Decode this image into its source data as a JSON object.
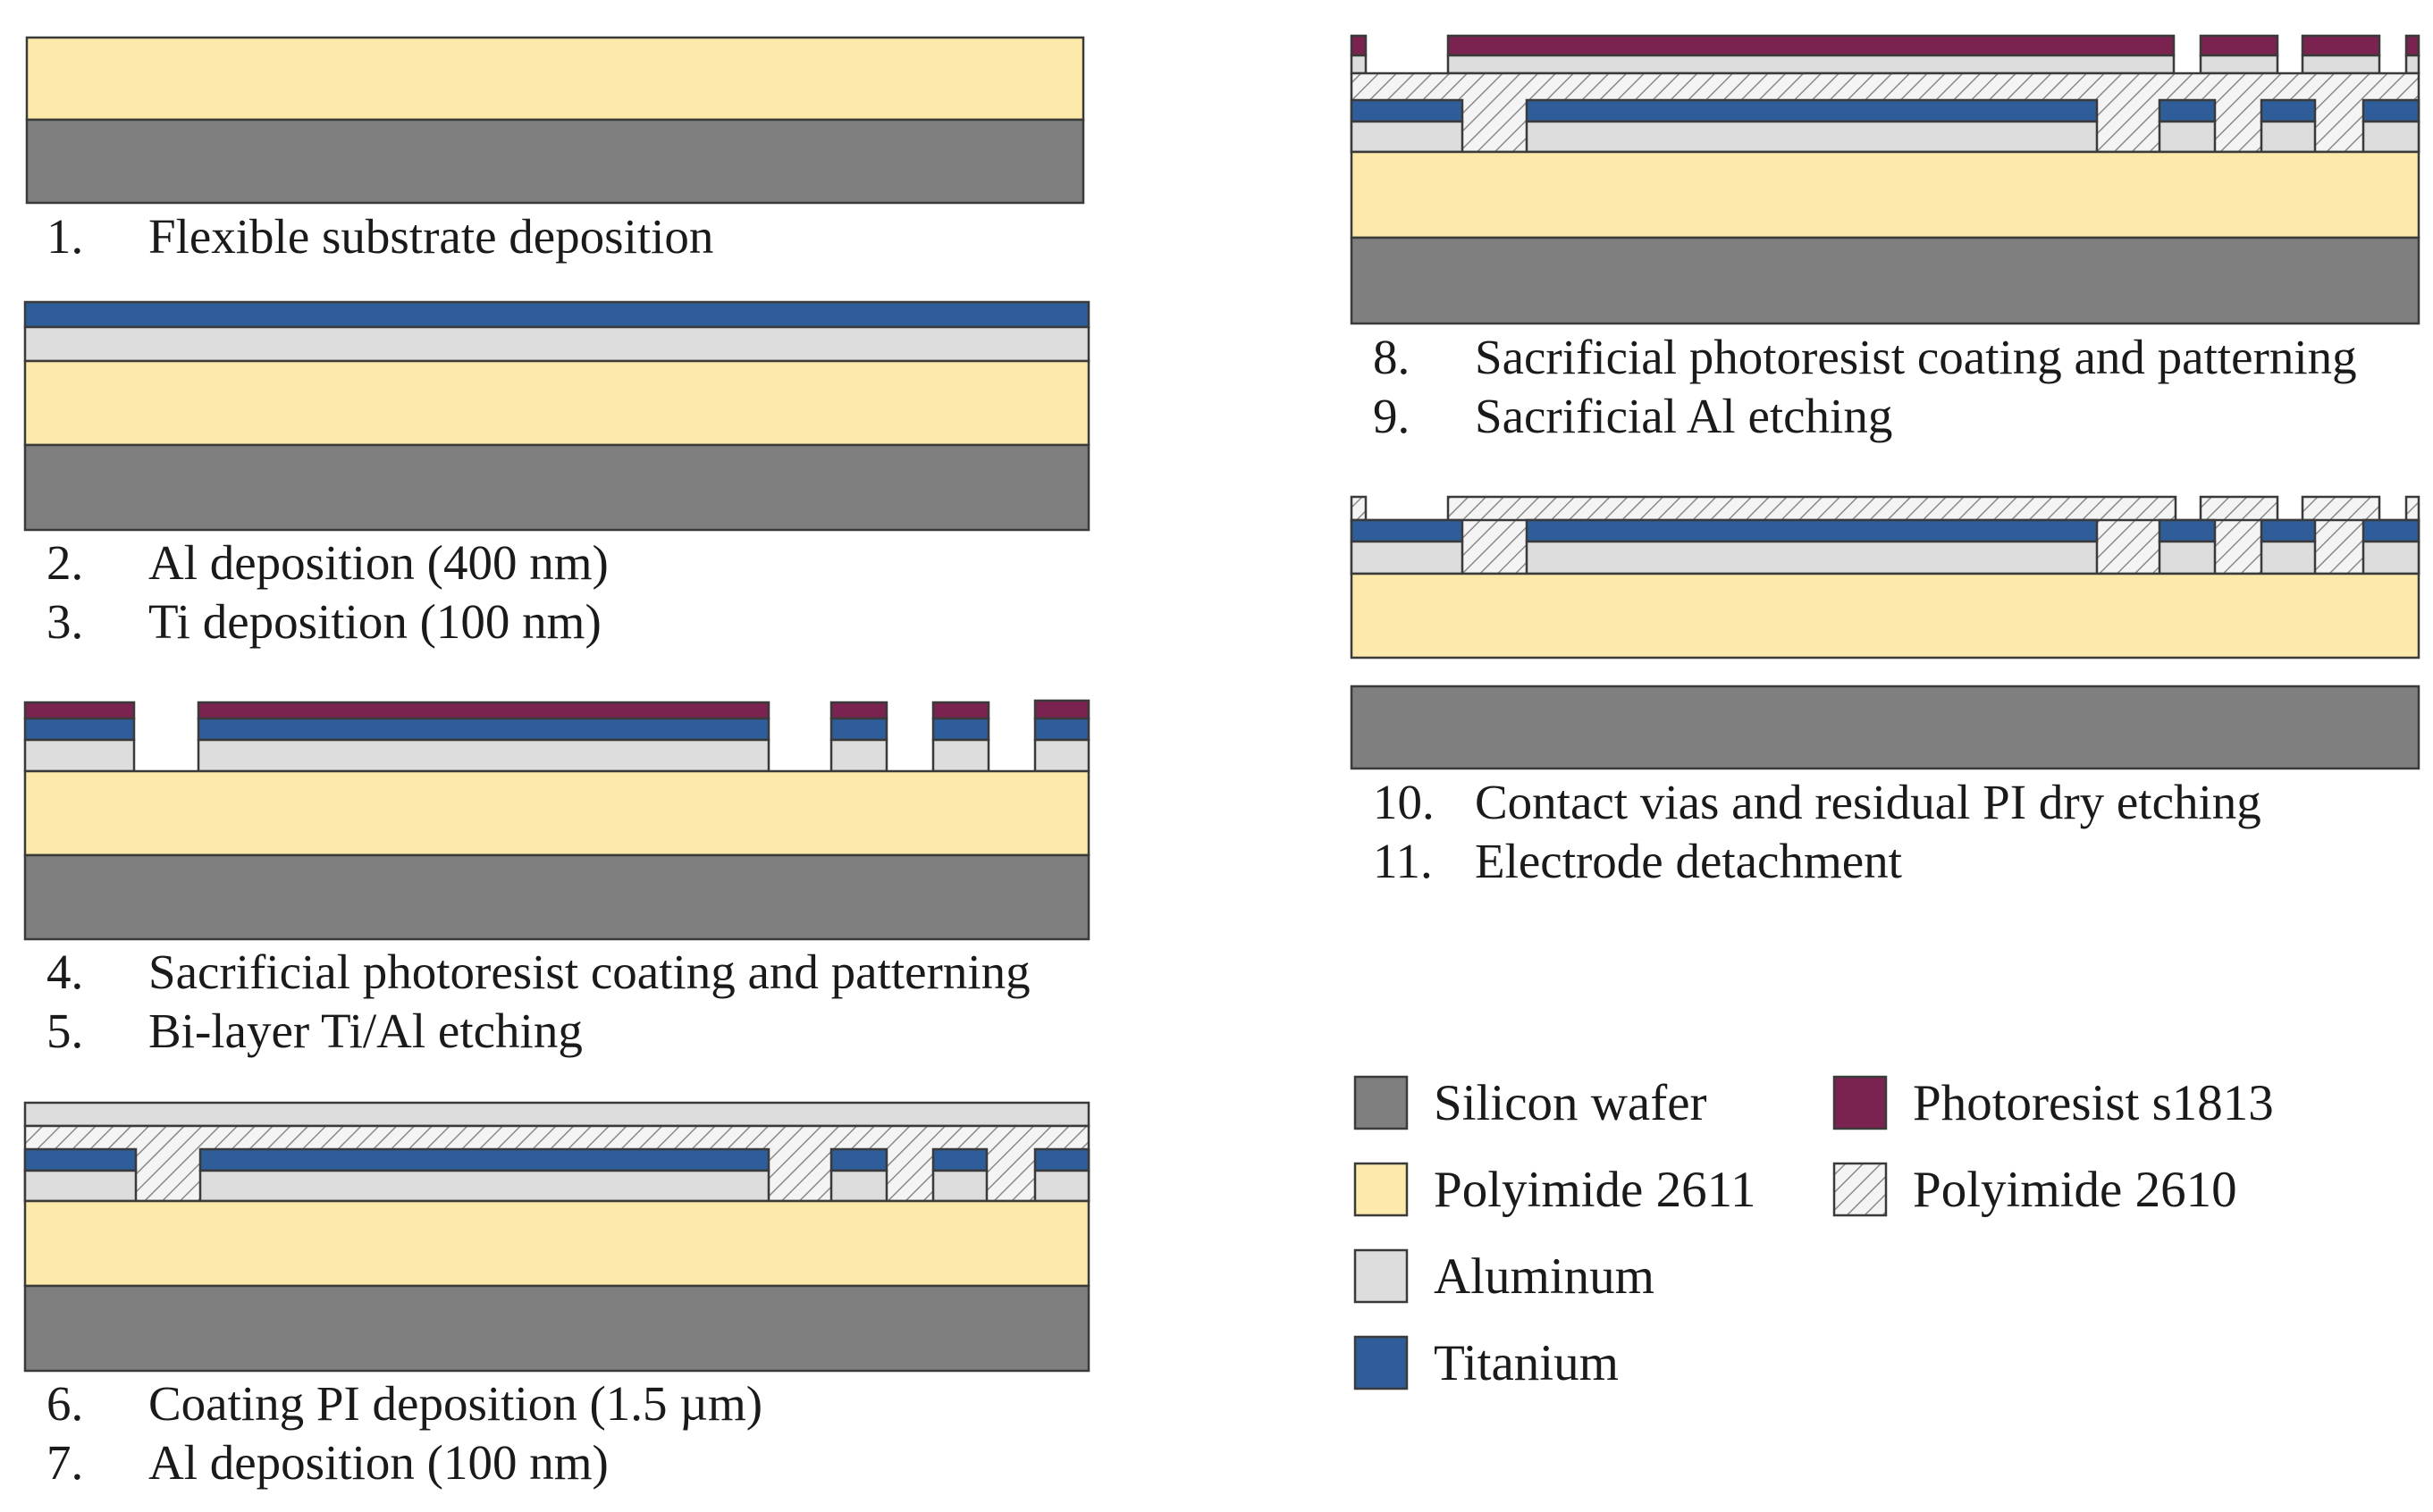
{
  "colors": {
    "silicon": "#7f7f7f",
    "polyimide_2611": "#fde9a9",
    "aluminum": "#dddddd",
    "titanium": "#2e5d99",
    "photoresist": "#7a2350",
    "polyimide_2610": "#f0f0f0"
  },
  "steps": [
    {
      "num": "1.",
      "label": "Flexible substrate deposition"
    },
    {
      "num": "2.",
      "label": "Al deposition (400 nm)"
    },
    {
      "num": "3.",
      "label": "Ti deposition (100 nm)"
    },
    {
      "num": "4.",
      "label": "Sacrificial photoresist coating and patterning"
    },
    {
      "num": "5.",
      "label": "Bi-layer Ti/Al etching"
    },
    {
      "num": "6.",
      "label": "Coating PI deposition (1.5 µm)"
    },
    {
      "num": "7.",
      "label": "Al deposition (100 nm)"
    },
    {
      "num": "8.",
      "label": "Sacrificial photoresist coating and patterning"
    },
    {
      "num": "9.",
      "label": "Sacrificial Al etching"
    },
    {
      "num": "10.",
      "label": "Contact vias and residual PI dry etching"
    },
    {
      "num": "11.",
      "label": "Electrode detachment"
    }
  ],
  "legend": [
    {
      "label": "Silicon wafer",
      "material": "silicon"
    },
    {
      "label": "Photoresist s1813",
      "material": "photoresist"
    },
    {
      "label": "Polyimide 2611",
      "material": "polyimide_2611"
    },
    {
      "label": "Polyimide 2610",
      "material": "polyimide_2610"
    },
    {
      "label": "Aluminum",
      "material": "aluminum"
    },
    {
      "label": "Titanium",
      "material": "titanium"
    }
  ]
}
